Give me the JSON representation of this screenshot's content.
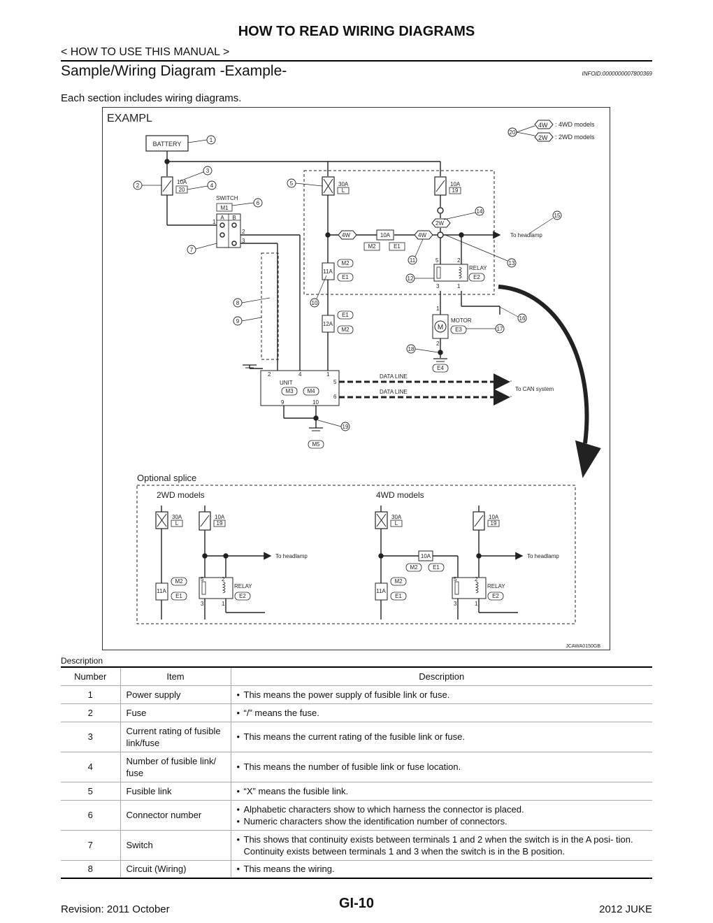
{
  "header": {
    "title": "HOW TO READ WIRING DIAGRAMS",
    "breadcrumb": "< HOW TO USE THIS MANUAL >",
    "section_title": "Sample/Wiring Diagram -Example-",
    "info_id": "INFOID:0000000007800369"
  },
  "intro": "Each section includes wiring diagrams.",
  "diagram": {
    "title": "EXAMPL",
    "legend": [
      {
        "tag": "4W",
        "text": ": 4WD models"
      },
      {
        "tag": "2W",
        "text": ": 2WD models"
      }
    ],
    "legend_callout": "20",
    "labels": {
      "battery": "BATTERY",
      "switch": "SWITCH",
      "switch_connector": "M1",
      "term_a": "A",
      "term_b": "B",
      "t1": "1",
      "t2": "2",
      "t3": "3",
      "t5": "5",
      "fuse_10a": "10A",
      "fuse_20": "20",
      "fuse_30a": "30A",
      "fuse_L": "L",
      "fuse_19": "19",
      "fuse_11a": "11A",
      "fuse_12a": "12A",
      "tag_2w": "2W",
      "tag_4w": "4W",
      "m2": "M2",
      "e1": "E1",
      "e2": "E2",
      "e3": "E3",
      "e4": "E4",
      "m3": "M3",
      "m4": "M4",
      "m5": "M5",
      "relay": "RELAY",
      "motor": "MOTOR",
      "motor_symbol": "M",
      "unit": "UNIT",
      "unit_t2": "2",
      "unit_t4": "4",
      "unit_t1": "1",
      "unit_t5": "5",
      "unit_t6": "6",
      "unit_t9": "9",
      "unit_t10": "10",
      "data_line": "DATA LINE",
      "to_can": "To CAN system",
      "to_headlamp": "To headlamp",
      "optional_splice": "Optional splice",
      "models_2wd": "2WD models",
      "models_4wd": "4WD models",
      "figure_code": "JCAWA0150GB"
    },
    "callouts": [
      "1",
      "2",
      "3",
      "4",
      "5",
      "6",
      "7",
      "8",
      "9",
      "10",
      "11",
      "12",
      "13",
      "14",
      "15",
      "16",
      "17",
      "18",
      "19"
    ]
  },
  "description": {
    "caption": "Description",
    "columns": [
      "Number",
      "Item",
      "Description"
    ],
    "rows": [
      {
        "number": "1",
        "item": "Power supply",
        "desc": [
          "This means the power supply of fusible link or fuse."
        ]
      },
      {
        "number": "2",
        "item": "Fuse",
        "desc": [
          "“/” means the fuse."
        ]
      },
      {
        "number": "3",
        "item": "Current rating of fusible link/fuse",
        "desc": [
          "This means the current rating of the fusible link or fuse."
        ]
      },
      {
        "number": "4",
        "item": "Number of fusible link/ fuse",
        "desc": [
          "This means the number of fusible link or fuse location."
        ]
      },
      {
        "number": "5",
        "item": "Fusible link",
        "desc": [
          "“X” means the fusible link."
        ]
      },
      {
        "number": "6",
        "item": "Connector number",
        "desc": [
          "Alphabetic characters show to which harness the connector is placed.",
          "Numeric characters show the identification number of connectors."
        ]
      },
      {
        "number": "7",
        "item": "Switch",
        "desc": [
          "This shows that continuity exists between terminals 1 and 2 when the switch is in the A posi- tion. Continuity exists between terminals 1 and 3 when the switch is in the B position."
        ]
      },
      {
        "number": "8",
        "item": "Circuit (Wiring)",
        "desc": [
          "This means the wiring."
        ]
      }
    ]
  },
  "footer": {
    "revision": "Revision: 2011 October",
    "page": "GI-10",
    "model": "2012 JUKE"
  }
}
